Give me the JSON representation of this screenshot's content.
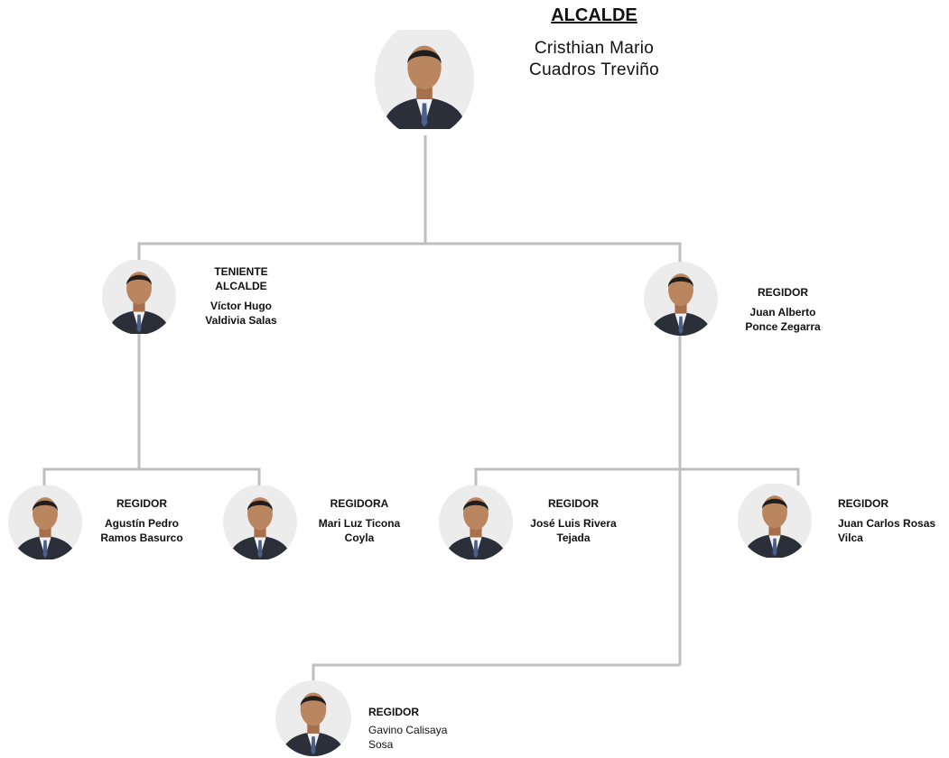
{
  "mayor": {
    "role": "ALCALDE",
    "name_line1": "Cristhian Mario",
    "name_line2": "Cuadros Treviño"
  },
  "members": [
    {
      "role": "TENIENTE ALCALDE",
      "role_line1": "TENIENTE",
      "role_line2": "ALCALDE",
      "name_line1": "Víctor Hugo",
      "name_line2": "Valdivia Salas"
    },
    {
      "role": "REGIDOR",
      "name_line1": "Juan Alberto",
      "name_line2": "Ponce Zegarra"
    },
    {
      "role": "REGIDOR",
      "name_line1": "Agustín Pedro",
      "name_line2": "Ramos Basurco"
    },
    {
      "role": "REGIDORA",
      "name_line1": "Mari Luz Ticona",
      "name_line2": "Coyla"
    },
    {
      "role": "REGIDOR",
      "name_line1": "José Luis Rivera",
      "name_line2": "Tejada"
    },
    {
      "role": "REGIDOR",
      "name_line1": "Juan Carlos Rosas",
      "name_line2": "Vilca"
    },
    {
      "role": "REGIDOR",
      "name_line1": "Gavino Calisaya",
      "name_line2": "Sosa"
    }
  ],
  "colors": {
    "connector": "#bfbfbf",
    "suit": "#2b2f3a",
    "shirt": "#f2f2f2",
    "skin": "#b07a55",
    "hair": "#1c1c1c",
    "background_photo": "#e9e9e9"
  }
}
